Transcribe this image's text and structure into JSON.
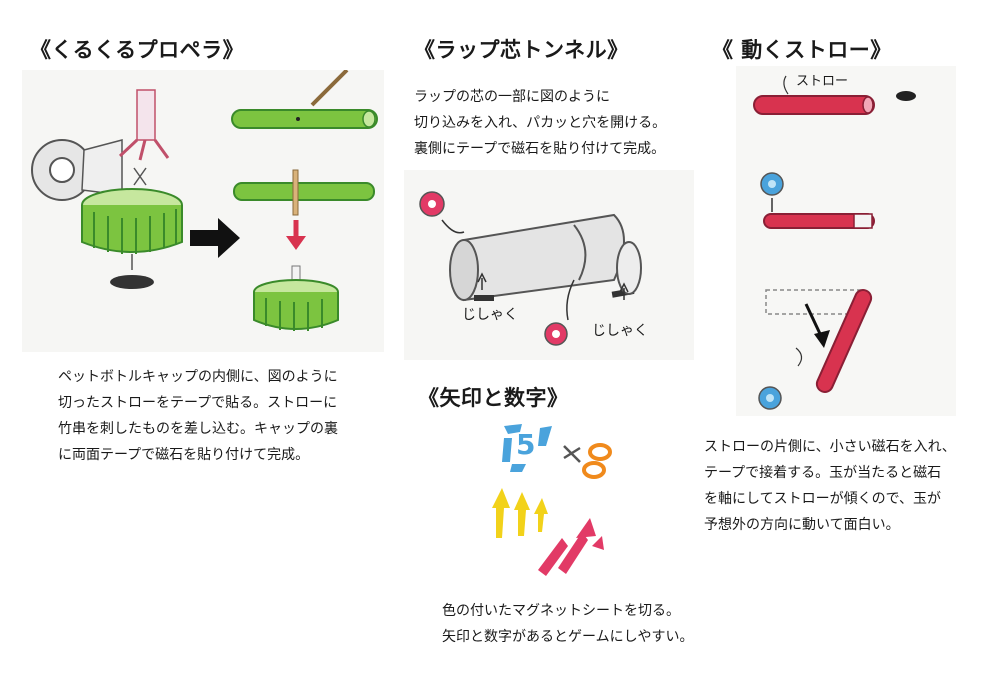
{
  "sections": {
    "propeller": {
      "title": "《くるくるプロペラ》",
      "text": "ペットボトルキャップの内側に、図のように\n切ったストローをテープで貼る。ストローに\n竹串を刺したものを差し込む。キャップの裏\nに両面テープで磁石を貼り付けて完成。"
    },
    "tunnel": {
      "title": "《ラップ芯トンネル》",
      "text": "ラップの芯の一部に図のように\n切り込みを入れ、パカッと穴を開ける。\n裏側にテープで磁石を貼り付けて完成。",
      "label_left": "じしゃく",
      "label_right": "じしゃく"
    },
    "straw": {
      "title": "《 動くストロー》",
      "straw_label": "ストロー",
      "text": "ストローの片側に、小さい磁石を入れ、\nテープで接着する。玉が当たると磁石\nを軸にしてストローが傾くので、玉が\n予想外の方向に動いて面白い。"
    },
    "arrows": {
      "title": "《矢印と数字》",
      "text": "色の付いたマグネットシートを切る。\n矢印と数字があるとゲームにしやすい。",
      "number_label": "5"
    }
  },
  "colors": {
    "green": "#7cc440",
    "dark_green": "#3a8a2a",
    "red": "#d8334f",
    "blue": "#4aa3dc",
    "yellow": "#f2d21a",
    "pink": "#e23a66",
    "bg_tint": "#f7f7f5"
  }
}
